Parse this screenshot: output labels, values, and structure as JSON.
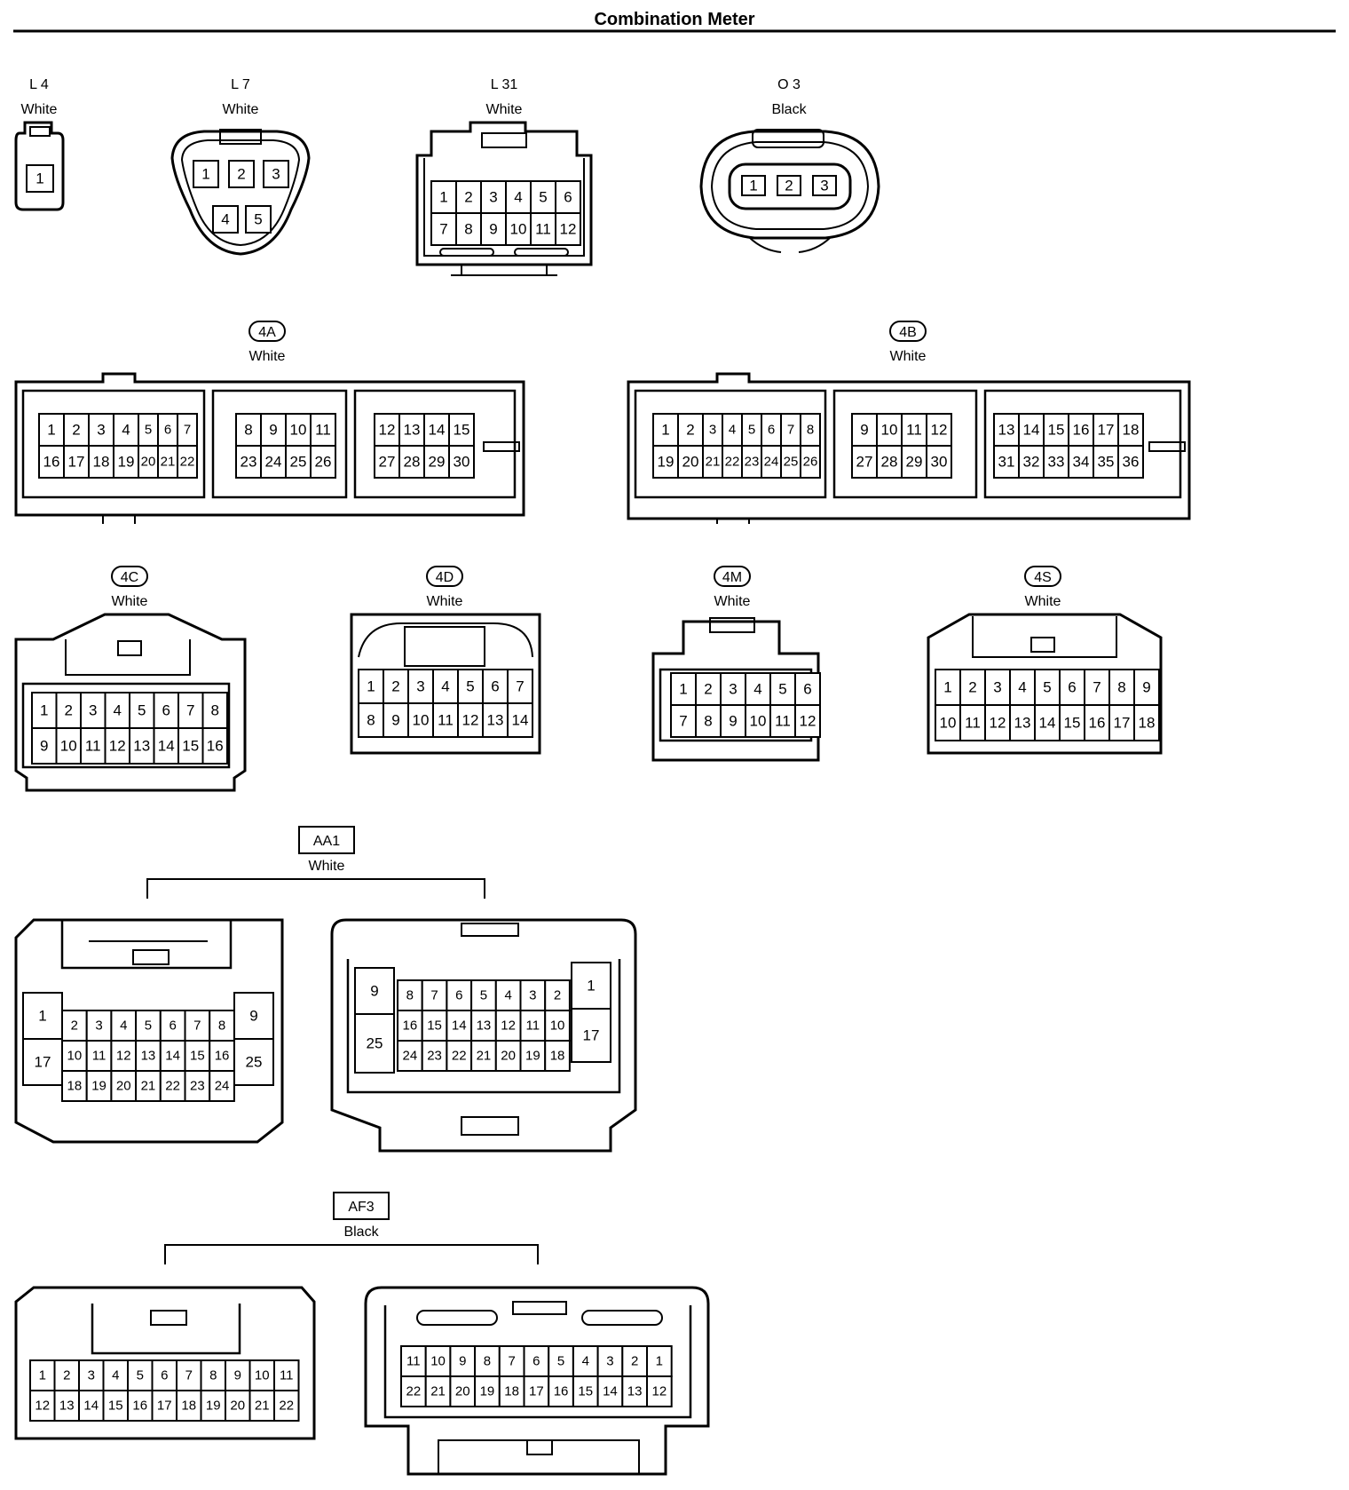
{
  "title": "Combination Meter",
  "connectors": {
    "L4": {
      "code": "L 4",
      "color": "White",
      "pins": [
        "1"
      ]
    },
    "L7": {
      "code": "L 7",
      "color": "White",
      "pins": [
        "1",
        "2",
        "3",
        "4",
        "5"
      ]
    },
    "L31": {
      "code": "L 31",
      "color": "White",
      "rows": [
        [
          "1",
          "2",
          "3",
          "4",
          "5",
          "6"
        ],
        [
          "7",
          "8",
          "9",
          "10",
          "11",
          "12"
        ]
      ]
    },
    "O3": {
      "code": "O 3",
      "color": "Black",
      "pins": [
        "1",
        "2",
        "3"
      ]
    },
    "4A": {
      "code": "4A",
      "color": "White",
      "rows": [
        [
          "1",
          "2",
          "3",
          "4",
          "5",
          "6",
          "7",
          "8",
          "9",
          "10",
          "11",
          "12",
          "13",
          "14",
          "15"
        ],
        [
          "16",
          "17",
          "18",
          "19",
          "20",
          "21",
          "22",
          "23",
          "24",
          "25",
          "26",
          "27",
          "28",
          "29",
          "30"
        ]
      ]
    },
    "4B": {
      "code": "4B",
      "color": "White",
      "rows": [
        [
          "1",
          "2",
          "3",
          "4",
          "5",
          "6",
          "7",
          "8",
          "9",
          "10",
          "11",
          "12",
          "13",
          "14",
          "15",
          "16",
          "17",
          "18"
        ],
        [
          "19",
          "20",
          "21",
          "22",
          "23",
          "24",
          "25",
          "26",
          "27",
          "28",
          "29",
          "30",
          "31",
          "32",
          "33",
          "34",
          "35",
          "36"
        ]
      ]
    },
    "4C": {
      "code": "4C",
      "color": "White",
      "rows": [
        [
          "1",
          "2",
          "3",
          "4",
          "5",
          "6",
          "7",
          "8"
        ],
        [
          "9",
          "10",
          "11",
          "12",
          "13",
          "14",
          "15",
          "16"
        ]
      ]
    },
    "4D": {
      "code": "4D",
      "color": "White",
      "rows": [
        [
          "1",
          "2",
          "3",
          "4",
          "5",
          "6",
          "7"
        ],
        [
          "8",
          "9",
          "10",
          "11",
          "12",
          "13",
          "14"
        ]
      ]
    },
    "4M": {
      "code": "4M",
      "color": "White",
      "rows": [
        [
          "1",
          "2",
          "3",
          "4",
          "5",
          "6"
        ],
        [
          "7",
          "8",
          "9",
          "10",
          "11",
          "12"
        ]
      ]
    },
    "4S": {
      "code": "4S",
      "color": "White",
      "rows": [
        [
          "1",
          "2",
          "3",
          "4",
          "5",
          "6",
          "7",
          "8",
          "9"
        ],
        [
          "10",
          "11",
          "12",
          "13",
          "14",
          "15",
          "16",
          "17",
          "18"
        ]
      ]
    },
    "AA1": {
      "code": "AA1",
      "color": "White",
      "left": {
        "row1": [
          "2",
          "3",
          "4",
          "5",
          "6",
          "7",
          "8"
        ],
        "row2": [
          "10",
          "11",
          "12",
          "13",
          "14",
          "15",
          "16"
        ],
        "row3": [
          "18",
          "19",
          "20",
          "21",
          "22",
          "23",
          "24"
        ],
        "side_left": [
          "1",
          "17"
        ],
        "side_right": [
          "9",
          "25"
        ]
      },
      "right": {
        "row1": [
          "8",
          "7",
          "6",
          "5",
          "4",
          "3",
          "2"
        ],
        "row2": [
          "16",
          "15",
          "14",
          "13",
          "12",
          "11",
          "10"
        ],
        "row3": [
          "24",
          "23",
          "22",
          "21",
          "20",
          "19",
          "18"
        ],
        "side_left": [
          "9",
          "25"
        ],
        "side_right": [
          "1",
          "17"
        ]
      }
    },
    "AF3": {
      "code": "AF3",
      "color": "Black",
      "left": {
        "row1": [
          "1",
          "2",
          "3",
          "4",
          "5",
          "6",
          "7",
          "8",
          "9",
          "10",
          "11"
        ],
        "row2": [
          "12",
          "13",
          "14",
          "15",
          "16",
          "17",
          "18",
          "19",
          "20",
          "21",
          "22"
        ]
      },
      "right": {
        "row1": [
          "11",
          "10",
          "9",
          "8",
          "7",
          "6",
          "5",
          "4",
          "3",
          "2",
          "1"
        ],
        "row2": [
          "22",
          "21",
          "20",
          "19",
          "18",
          "17",
          "16",
          "15",
          "14",
          "13",
          "12"
        ]
      }
    }
  }
}
